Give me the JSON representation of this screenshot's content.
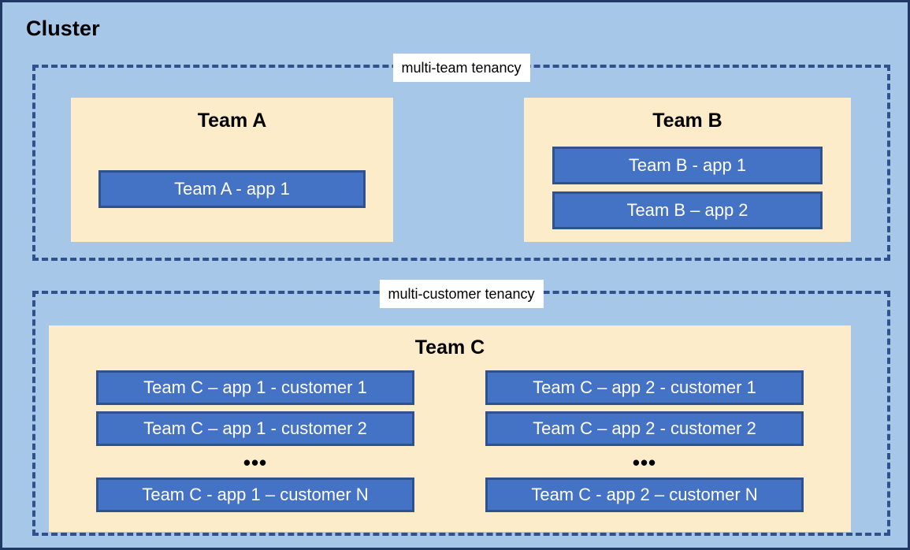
{
  "diagram": {
    "title": "Cluster",
    "colors": {
      "canvas_background": "#A6C7E8",
      "canvas_border": "#1F3864",
      "tenancy_border": "#2F528F",
      "team_panel_fill": "#FCECC9",
      "app_box_fill": "#4472C4",
      "app_box_border": "#2F528F",
      "label_background": "#FFFFFF",
      "app_box_text": "#FFFFFF",
      "title_text": "#000000"
    },
    "groups": [
      {
        "id": "multi-team",
        "label": "multi-team tenancy",
        "teams": [
          {
            "id": "team-a",
            "name": "Team A",
            "apps": [
              {
                "label": "Team A - app 1"
              }
            ]
          },
          {
            "id": "team-b",
            "name": "Team B",
            "apps": [
              {
                "label": "Team B - app 1"
              },
              {
                "label": "Team B – app 2"
              }
            ]
          }
        ]
      },
      {
        "id": "multi-customer",
        "label": "multi-customer tenancy",
        "teams": [
          {
            "id": "team-c",
            "name": "Team C",
            "columns": [
              {
                "id": "team-c-app-1",
                "items": [
                  {
                    "label": "Team C – app 1 - customer 1"
                  },
                  {
                    "label": "Team C – app 1 - customer 2"
                  }
                ],
                "ellipsis": "•••",
                "last": {
                  "label": "Team C - app 1 – customer N"
                }
              },
              {
                "id": "team-c-app-2",
                "items": [
                  {
                    "label": "Team C – app 2 - customer 1"
                  },
                  {
                    "label": "Team C – app 2 - customer 2"
                  }
                ],
                "ellipsis": "•••",
                "last": {
                  "label": "Team C - app 2 – customer N"
                }
              }
            ]
          }
        ]
      }
    ]
  }
}
